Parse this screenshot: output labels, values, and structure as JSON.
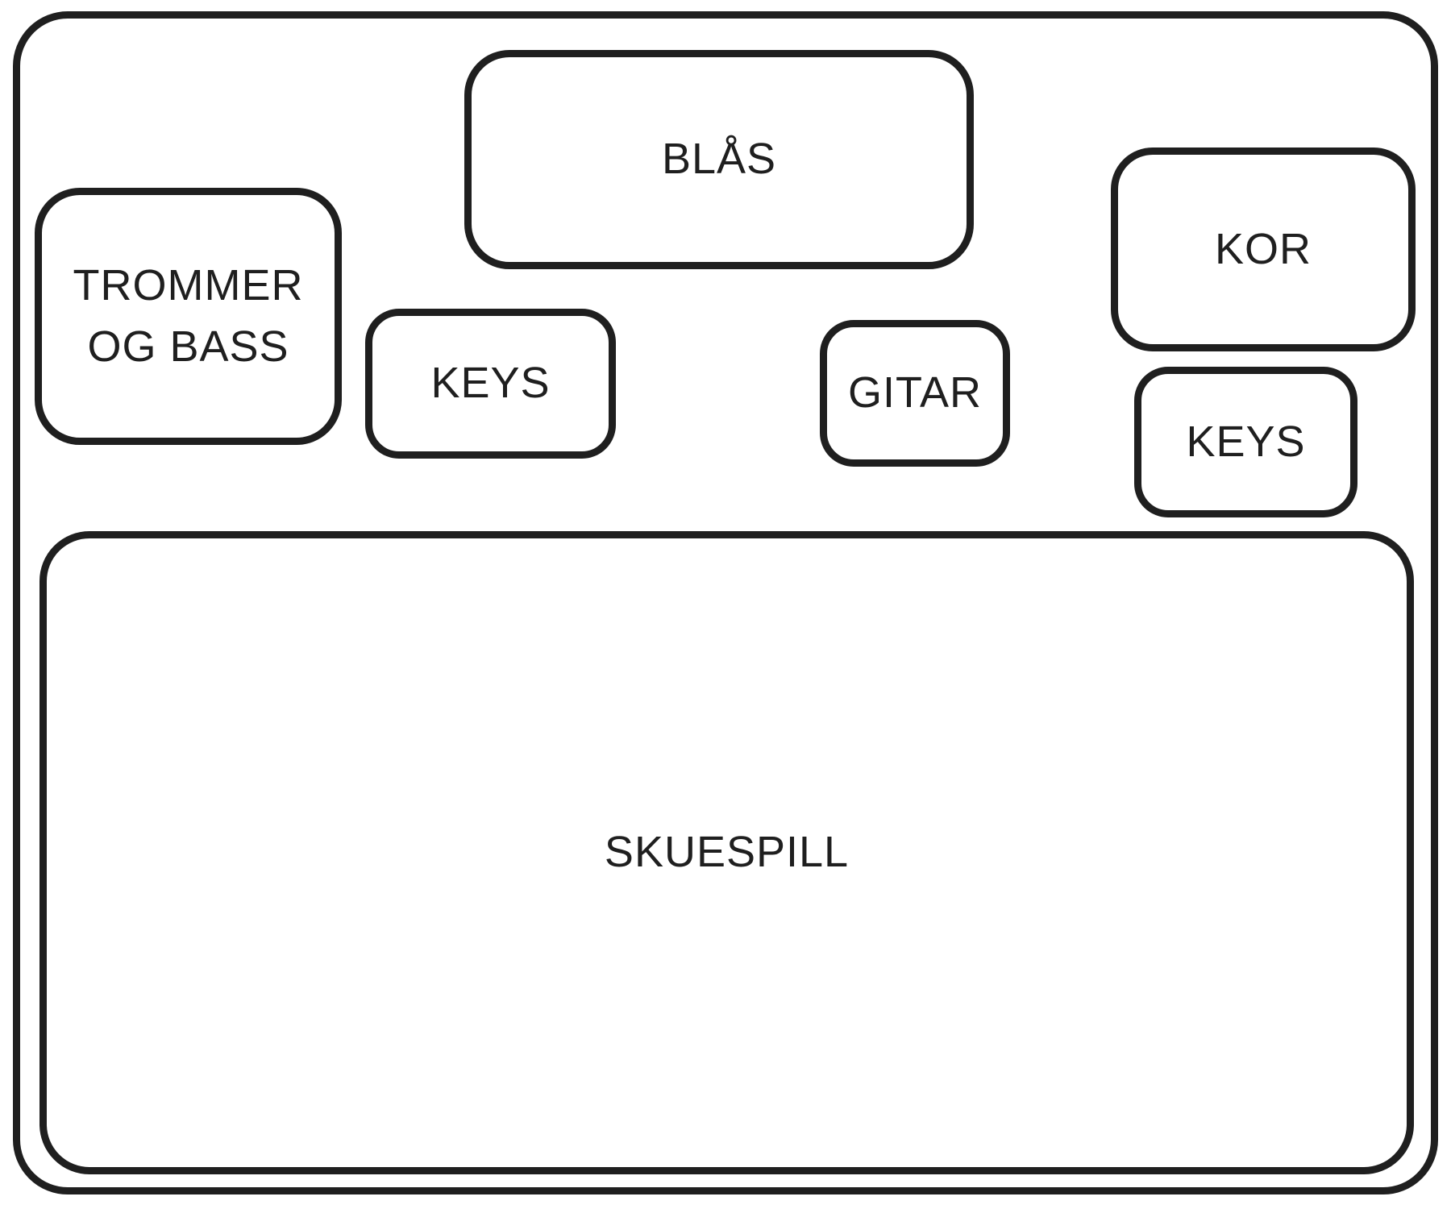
{
  "diagram": {
    "type": "stage-plot",
    "stroke_color": "#1f1f1f",
    "background_color": "#ffffff",
    "zones": {
      "blas": {
        "label": "BLÅS"
      },
      "trommer_og_bass": {
        "label": "TROMMER OG BASS"
      },
      "keys_left": {
        "label": "KEYS"
      },
      "gitar": {
        "label": "GITAR"
      },
      "kor": {
        "label": "KOR"
      },
      "keys_right": {
        "label": "KEYS"
      },
      "skuespill": {
        "label": "SKUESPILL"
      }
    }
  }
}
